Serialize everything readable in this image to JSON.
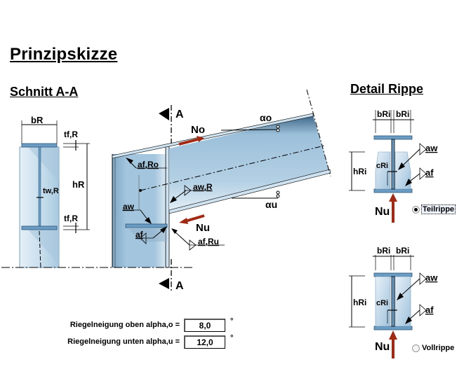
{
  "title": "Prinzipskizze",
  "section_a": {
    "title": "Schnitt A-A",
    "labels": {
      "b_R": "bR",
      "t_f_R_top": "tf,R",
      "h_R": "hR",
      "t_w_R": "tw,R",
      "t_f_R_bottom": "tf,R"
    }
  },
  "main_sketch": {
    "section_marker_top": "A",
    "section_marker_bottom": "A",
    "N_o": "No",
    "N_u": "Nu",
    "alpha_o": "αo",
    "alpha_u": "αu",
    "a_f_Ro": "af,Ro",
    "a_w_R": "aw,R",
    "a_w": "aw",
    "a_f": "af",
    "a_f_Ru": "af,Ru"
  },
  "detail": {
    "title": "Detail Rippe",
    "labels": {
      "b_Ri_left": "bRi",
      "b_Ri_right": "bRi",
      "h_Ri": "hRi",
      "c_Ri": "cRi",
      "a_w": "aw",
      "a_f": "af",
      "N_u": "Nu"
    },
    "options": [
      {
        "label": "Teilrippe",
        "selected": true
      },
      {
        "label": "Vollrippe",
        "selected": false
      }
    ]
  },
  "form": {
    "alpha_o": {
      "label": "Riegelneigung oben alpha,o  =",
      "value": "8,0",
      "unit": "°"
    },
    "alpha_u": {
      "label": "Riegelneigung unten alpha,u  =",
      "value": "12,0",
      "unit": "°"
    }
  },
  "colors": {
    "steel_light": "#c5dcec",
    "steel_mid": "#9fc2dc",
    "steel_dark": "#5b8fb8",
    "flange": "#6a9cc4",
    "force_arrow": "#a02a14"
  }
}
